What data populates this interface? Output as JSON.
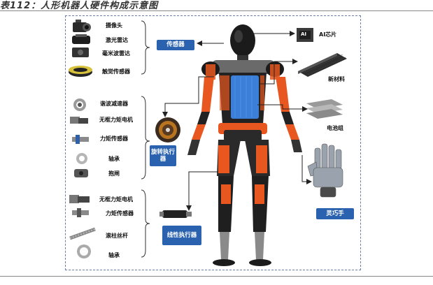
{
  "title": "表112：人形机器人硬件构成示意图",
  "groups": {
    "sensors": {
      "items": [
        "摄像头",
        "激光雷达",
        "毫米波雷达",
        "触觉传感器"
      ],
      "box": "传感器"
    },
    "rotary": {
      "items": [
        "谐波减速器",
        "无框力矩电机",
        "力矩传感器",
        "轴承",
        "抱闸"
      ],
      "box": "旋转执行器"
    },
    "linear": {
      "items": [
        "无框力矩电机",
        "力矩传感器",
        "滚柱丝杆",
        "轴承"
      ],
      "box": "线性执行器"
    }
  },
  "right": {
    "ai_chip": "AI芯片",
    "ai_chip_icon_text": "AI",
    "new_material": "新材料",
    "battery": "电池组",
    "hand_box": "灵巧手"
  },
  "colors": {
    "box_blue": "#2a62b0",
    "robot_orange": "#e8571f",
    "robot_black": "#1b1b1b",
    "battery_blue": "#3b7fd9"
  }
}
